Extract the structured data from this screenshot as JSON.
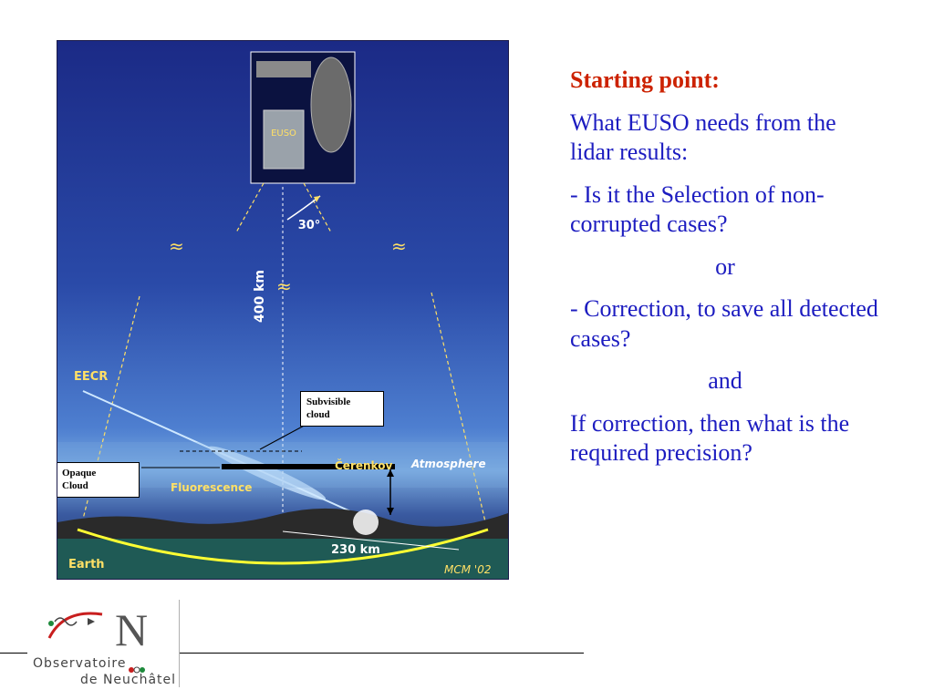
{
  "figure": {
    "satellite_label": "EUSO",
    "angle_label": "30°",
    "altitude_label": "400 km",
    "approx_symbol": "≈",
    "eecr_label": "EECR",
    "atmosphere_label": "Atmosphere",
    "fluorescence_label": "Fluorescence",
    "cerenkov_label": "Čerenkov",
    "distance_label": "230 km",
    "earth_label": "Earth",
    "credit_label": "MCM '02",
    "subvisible_cloud_callout": [
      "Subvisible",
      "cloud"
    ],
    "opaque_cloud_callout": [
      "Opaque",
      "Cloud"
    ]
  },
  "text_panel": {
    "heading": "Starting point:",
    "intro": "What EUSO needs from the lidar results:",
    "question1": "- Is it the Selection of non-corrupted cases?",
    "connector1": "or",
    "question2": "- Correction, to save all detected cases?",
    "connector2": "and",
    "question3": "If correction, then what is the required precision?"
  },
  "logo": {
    "letter": "N",
    "line1": "Observatoire",
    "line2": "de Neuchâtel"
  },
  "colors": {
    "heading": "#cc2200",
    "body_text": "#1c1cc0",
    "figure_label": "#ffe066",
    "earth_arc": "#ffff33"
  }
}
